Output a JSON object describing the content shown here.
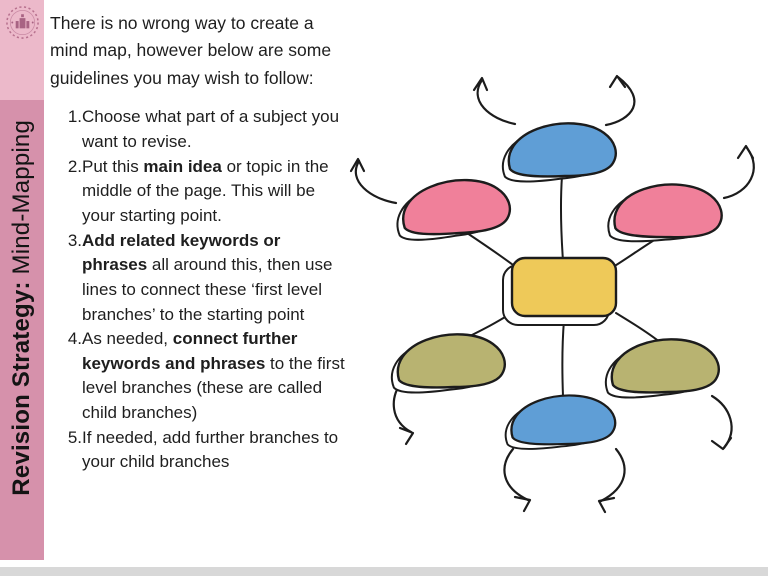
{
  "sidebar": {
    "title_bold": "Revision Strategy: ",
    "title_regular": "Mind-Mapping",
    "logo": "school-badge-icon"
  },
  "intro": "There is no wrong way to create a mind map, however below are some guidelines you may wish to follow:",
  "guidelines": {
    "items": [
      {
        "num": "1.",
        "segments": [
          {
            "text": "Choose what part of a subject you want to revise."
          }
        ]
      },
      {
        "num": "2.",
        "segments": [
          {
            "text": "Put this "
          },
          {
            "text": "main idea",
            "bold": true
          },
          {
            "text": " or topic in the middle of the page. This will be your starting point."
          }
        ]
      },
      {
        "num": "3.",
        "segments": [
          {
            "text": "Add related keywords or phrases",
            "bold": true
          },
          {
            "text": " all around this, then use lines to connect these ‘first level branches’ to the starting point"
          }
        ]
      },
      {
        "num": "4.",
        "segments": [
          {
            "text": "As needed, "
          },
          {
            "text": "connect further keywords and phrases",
            "bold": true
          },
          {
            "text": " to the first level branches (these are called child branches)"
          }
        ]
      },
      {
        "num": "5.",
        "segments": [
          {
            "text": "If needed, add further branches to your child branches"
          }
        ]
      }
    ]
  },
  "diagram": {
    "description": "hand-drawn mind map: central topic box with six first-level branches and curved arrows radiating outward",
    "nodes": [
      {
        "id": "center-topic",
        "shape": "rounded-rect",
        "color": "node_yellow"
      },
      {
        "id": "top-branch",
        "shape": "dome",
        "color": "node_blue"
      },
      {
        "id": "upper-left-branch",
        "shape": "dome",
        "color": "node_pink"
      },
      {
        "id": "upper-right-branch",
        "shape": "dome",
        "color": "node_pink"
      },
      {
        "id": "lower-left-branch",
        "shape": "dome",
        "color": "node_olive"
      },
      {
        "id": "lower-right-branch",
        "shape": "dome",
        "color": "node_olive"
      },
      {
        "id": "bottom-branch",
        "shape": "dome",
        "color": "node_blue"
      }
    ]
  },
  "palette": {
    "sidebar_pink": "#d691ab",
    "sidebar_pink_light": "#ecb9ca",
    "logo_ring": "#b7718e",
    "node_blue": "#5f9ed6",
    "node_pink": "#f0809a",
    "node_yellow": "#eec959",
    "node_olive": "#b8b371",
    "outline": "#1c1c1c",
    "text": "#1e1e1e",
    "footer_grey": "#d8d8d8"
  }
}
